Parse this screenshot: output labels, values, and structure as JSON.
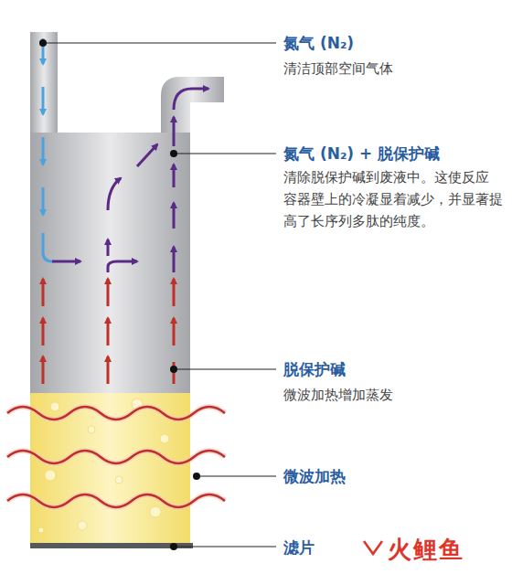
{
  "diagram": {
    "labels": [
      "氮气 (N₂)",
      "清洁顶部空间气体",
      "氮气 (N₂) + 脱保护碱",
      "清除脱保护碱到废液中。这使反应 容器壁上的冷凝显着减少，并显著提高了长序列多肽的纯度。",
      "脱保护碱",
      "微波加热增加蒸发",
      "微波加热",
      "滤片",
      "火鲤鱼"
    ]
  }
}
